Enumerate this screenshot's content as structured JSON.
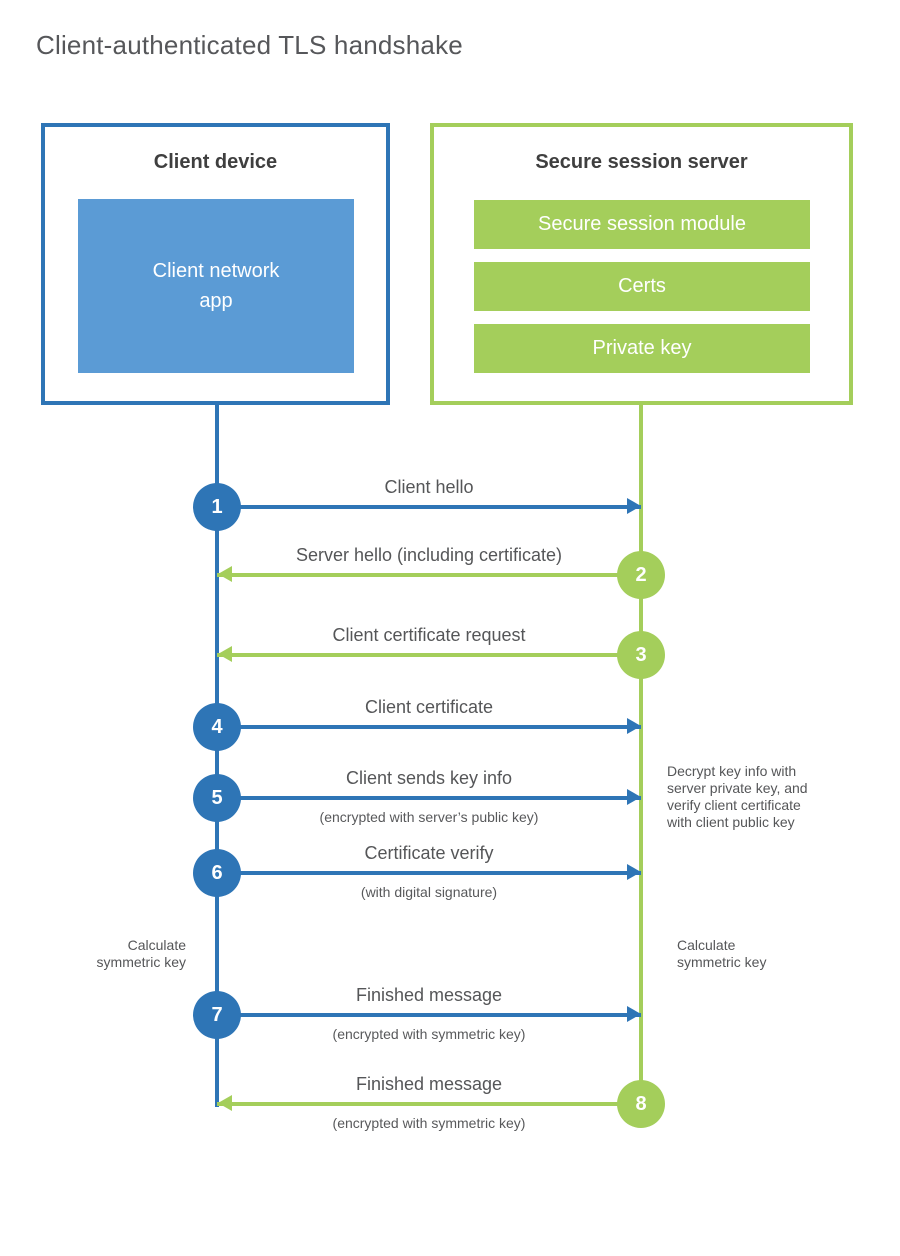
{
  "title": "Client-authenticated TLS handshake",
  "colors": {
    "blue": "#2e75b6",
    "blue_light": "#5b9bd5",
    "green": "#a4ce5b",
    "text_dark": "#3f3f3f",
    "text_gray": "#555658"
  },
  "client": {
    "title": "Client device",
    "app": "Client network\napp"
  },
  "server": {
    "title": "Secure session server",
    "modules": [
      "Secure session module",
      "Certs",
      "Private key"
    ]
  },
  "messages": [
    {
      "num": "1",
      "label": "Client hello",
      "sub": "",
      "from": "client",
      "to": "server"
    },
    {
      "num": "2",
      "label": "Server hello (including certificate)",
      "sub": "",
      "from": "server",
      "to": "client"
    },
    {
      "num": "3",
      "label": "Client certificate request",
      "sub": "",
      "from": "server",
      "to": "client"
    },
    {
      "num": "4",
      "label": "Client certificate",
      "sub": "",
      "from": "client",
      "to": "server"
    },
    {
      "num": "5",
      "label": "Client sends key info",
      "sub": "(encrypted with server’s public key)",
      "from": "client",
      "to": "server"
    },
    {
      "num": "6",
      "label": "Certificate verify",
      "sub": "(with digital signature)",
      "from": "client",
      "to": "server"
    },
    {
      "num": "7",
      "label": "Finished message",
      "sub": "(encrypted with symmetric key)",
      "from": "client",
      "to": "server"
    },
    {
      "num": "8",
      "label": "Finished message",
      "sub": "(encrypted with symmetric key)",
      "from": "server",
      "to": "client"
    }
  ],
  "annotations": {
    "decrypt": "Decrypt key info with\nserver private key, and\nverify client certificate\nwith client public key",
    "calculate_left": "Calculate\nsymmetric key",
    "calculate_right": "Calculate\nsymmetric key"
  }
}
